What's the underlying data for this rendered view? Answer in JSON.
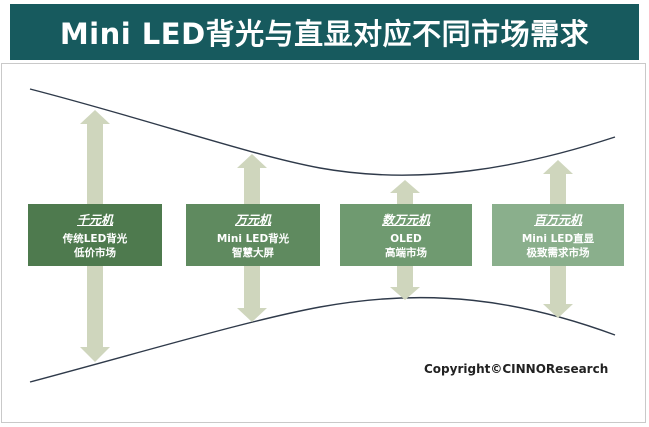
{
  "title": "Mini LED背光与直显对应不同市场需求",
  "segments": [
    {
      "title": "千元机",
      "line1": "传统LED背光",
      "line2": "低价市场",
      "color": "#4e7a4e"
    },
    {
      "title": "万元机",
      "line1": "Mini LED背光",
      "line2": "智慧大屏",
      "color": "#5f8a5f"
    },
    {
      "title": "数万元机",
      "line1": "OLED",
      "line2": "高端市场",
      "color": "#6f9a70"
    },
    {
      "title": "百万元机",
      "line1": "Mini LED直显",
      "line2": "极致需求市场",
      "color": "#8aaf8c"
    }
  ],
  "copyright": "Copyright©CINNOResearch",
  "colors": {
    "title_bar": "#175a5e",
    "arrow": "#cfd6bd",
    "curve": "#2f3a4a"
  }
}
